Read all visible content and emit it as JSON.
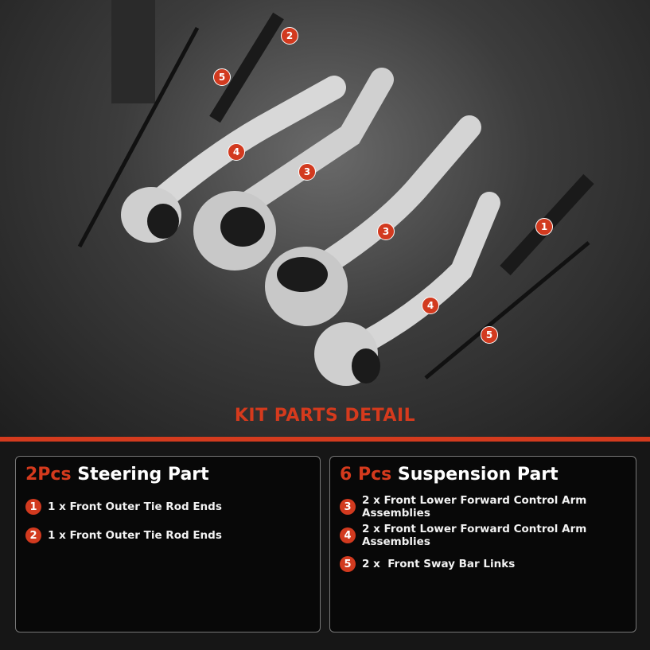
{
  "photo_markers": [
    "2",
    "5",
    "4",
    "3",
    "3",
    "1",
    "4",
    "5"
  ],
  "title": "KIT PARTS DETAIL",
  "colors": {
    "accent": "#d43b1e",
    "panel": "#080808"
  },
  "steering": {
    "count": "2Pcs",
    "label": "Steering Part",
    "items": [
      {
        "num": "1",
        "text": "1 x Front Outer Tie Rod Ends"
      },
      {
        "num": "2",
        "text": "1 x Front Outer Tie Rod Ends"
      }
    ]
  },
  "suspension": {
    "count": "6 Pcs",
    "label": "Suspension Part",
    "items": [
      {
        "num": "3",
        "text": "2 x Front Lower Forward Control Arm Assemblies"
      },
      {
        "num": "4",
        "text": "2 x Front Lower Forward Control Arm Assemblies"
      },
      {
        "num": "5",
        "text": "2 x  Front Sway Bar Links"
      }
    ]
  }
}
